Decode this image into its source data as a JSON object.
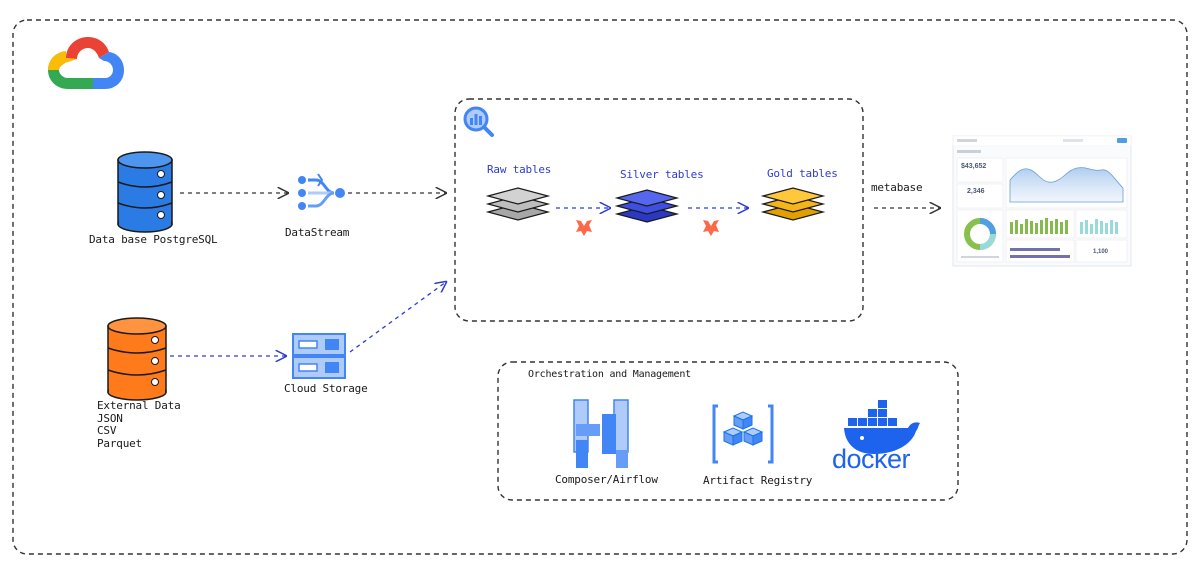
{
  "sources": {
    "postgres_label": "Data base PostgreSQL",
    "external_lines": [
      "External Data",
      "JSON",
      "CSV",
      "Parquet"
    ]
  },
  "ingest": {
    "datastream_label": "DataStream",
    "storage_label": "Cloud Storage"
  },
  "warehouse": {
    "raw_label": "Raw tables",
    "silver_label": "Silver tables",
    "gold_label": "Gold tables"
  },
  "bi": {
    "metabase_label": "metabase",
    "dashboard": {
      "kpi1": "$43,652",
      "kpi2": "2,346",
      "kpi3": "1,100"
    }
  },
  "orchestration": {
    "title": "Orchestration and Management",
    "composer_label": "Composer/Airflow",
    "registry_label": "Artifact Registry",
    "docker_label": "docker"
  },
  "colors": {
    "gcp_blue": "#4285F4",
    "gcp_red": "#EA4335",
    "gcp_yellow": "#FBBC05",
    "gcp_green": "#34A853",
    "postgres_blue": "#2b7be4",
    "external_orange": "#ff7a1a",
    "silver_blue": "#3d4ee0",
    "gold_yellow": "#f5b51a",
    "raw_gray": "#b9b9b9",
    "docker_blue": "#1d63ed",
    "arrow_blue": "#2d3ccf"
  }
}
